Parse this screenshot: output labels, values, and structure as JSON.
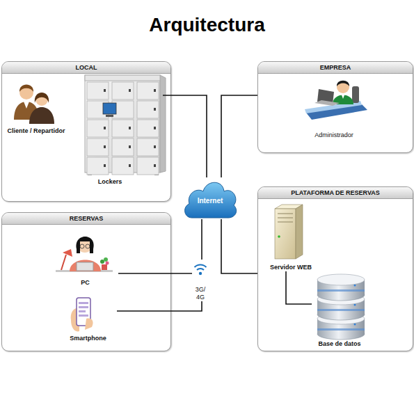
{
  "diagram": {
    "title": "Arquitectura",
    "nodes": [
      {
        "text": [
          "LOCAL"
        ]
      },
      {
        "text": [
          "Cliente / Repartidor"
        ],
        "in": 0
      },
      {
        "text": [
          "Lockers"
        ],
        "in": 0
      },
      {
        "text": [
          "EMPRESA"
        ]
      },
      {
        "text": [
          "Administrador"
        ],
        "in": 3
      },
      {
        "text": [
          "Internet"
        ]
      },
      {
        "text": [
          "PLATAFORMA DE RESERVAS"
        ]
      },
      {
        "text": [
          "Servidor WEB"
        ],
        "in": 6
      },
      {
        "text": [
          "Base de datos"
        ],
        "in": 6
      },
      {
        "text": [
          "RESERVAS"
        ]
      },
      {
        "text": [
          "PC"
        ],
        "in": 9
      },
      {
        "text": [
          "Smartphone"
        ],
        "in": 9
      },
      {
        "text": [
          "3G/ 4G"
        ]
      }
    ],
    "edges": [
      {
        "from": 2,
        "to": 5,
        "arrow": "none"
      },
      {
        "from": 5,
        "to": 3,
        "arrow": "none"
      },
      {
        "from": 5,
        "to": 6,
        "arrow": "none"
      },
      {
        "from": 7,
        "to": 8,
        "arrow": "none"
      },
      {
        "from": 10,
        "to": 12,
        "arrow": "none"
      },
      {
        "from": 11,
        "to": 12,
        "arrow": "none"
      },
      {
        "from": 12,
        "to": 5,
        "arrow": "none"
      }
    ]
  }
}
